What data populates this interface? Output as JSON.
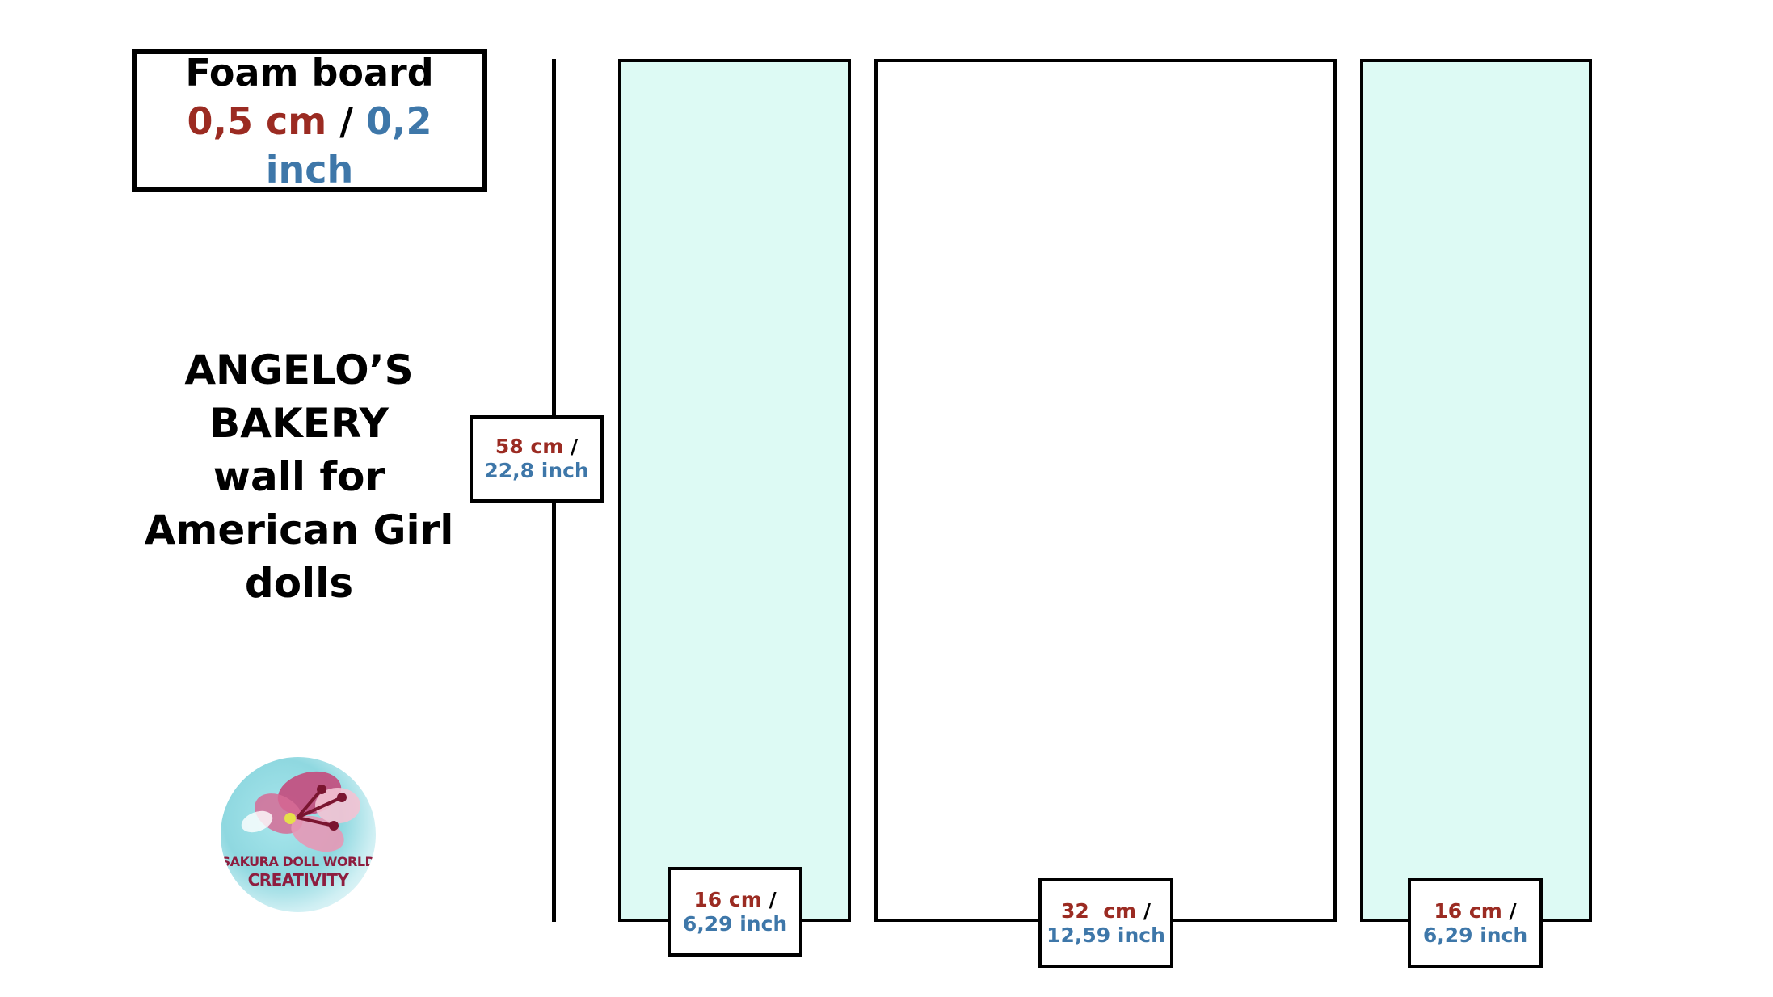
{
  "material": {
    "label": "Foam board",
    "cm": "0,5 cm",
    "separator": "/",
    "inch": "0,2 inch"
  },
  "title_lines": [
    "ANGELO’S",
    "BAKERY",
    "wall for",
    "American Girl",
    "dolls"
  ],
  "height_label": {
    "cm": "58 cm",
    "separator": "/",
    "inch": "22,8 inch"
  },
  "panels": [
    {
      "fill": "#ddfaf4",
      "cm": "16 cm",
      "separator": "/",
      "inch": "6,29 inch"
    },
    {
      "fill": "#ffffff",
      "cm": "32  cm",
      "separator": "/",
      "inch": "12,59 inch"
    },
    {
      "fill": "#ddfaf4",
      "cm": "16 cm",
      "separator": "/",
      "inch": "6,29 inch"
    }
  ],
  "logo": {
    "line1": "SAKURA DOLL WORLD",
    "line2": "CREATIVITY"
  },
  "colors": {
    "cm": "#9b2b22",
    "inch": "#3e77a9",
    "panel_cyan": "#ddfaf4"
  }
}
